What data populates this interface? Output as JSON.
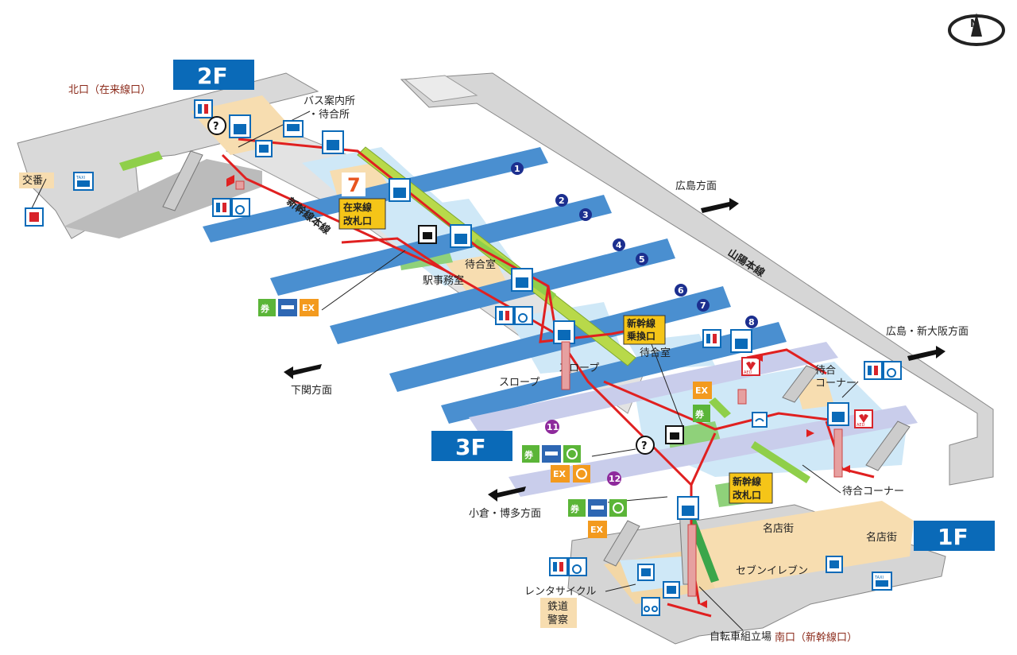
{
  "floors": {
    "f2": "2F",
    "f3": "3F",
    "f1": "1F"
  },
  "compass": "N",
  "exits": {
    "north": "北口（在来線口）",
    "south": "南口（新幹線口）"
  },
  "directions": {
    "hiroshima": "広島方面",
    "hiroshima_shinosaka": "広島・新大阪方面",
    "shimonoseki": "下関方面",
    "kokura_hakata": "小倉・博多方面"
  },
  "facilities": {
    "koban": "交番",
    "bus_info_1": "バス案内所",
    "bus_info_2": "・待合所",
    "zairaisen_gate_1": "在来線",
    "zairaisen_gate_2": "改札口",
    "waiting_room_1": "待合室",
    "station_office": "駅事務室",
    "shinkansen_transfer_1": "新幹線",
    "shinkansen_transfer_2": "乗換口",
    "waiting_room_2": "待合室",
    "slope_1": "スロープ",
    "slope_2": "スロープ",
    "waiting_corner_1a": "待合",
    "waiting_corner_1b": "コーナー",
    "waiting_corner_2": "待合コーナー",
    "shinkansen_gate_1": "新幹線",
    "shinkansen_gate_2": "改札口",
    "meitengai_1": "名店街",
    "meitengai_2": "名店街",
    "seven_eleven": "セブンイレブン",
    "rental_cycle": "レンタサイクル",
    "railway_police_1": "鉄道",
    "railway_police_2": "警察",
    "bicycle_assembly": "自転車組立場"
  },
  "track_labels": {
    "shinkansen_main": "新幹線本線",
    "sanyo_main": "山陽本線"
  },
  "platform_numbers": [
    "1",
    "2",
    "3",
    "4",
    "5",
    "6",
    "7",
    "8",
    "11",
    "12"
  ],
  "icons": {
    "ticket": "券",
    "ex": "EX",
    "aed": "AED",
    "taxi": "TAXI",
    "seven": "7"
  },
  "colors": {
    "floor_badge": "#0a6ab8",
    "platform": "#4a8fd0",
    "route": "#e02020",
    "concourse": "#cfe8f7",
    "wall": "#d4d4d4",
    "track_wall": "#bdbdbd",
    "platform_num": "#1c2f8f",
    "platform_num_purple": "#8e2a9c",
    "yellow_sign": "#f5c518",
    "shops": "#f7ddb0"
  }
}
